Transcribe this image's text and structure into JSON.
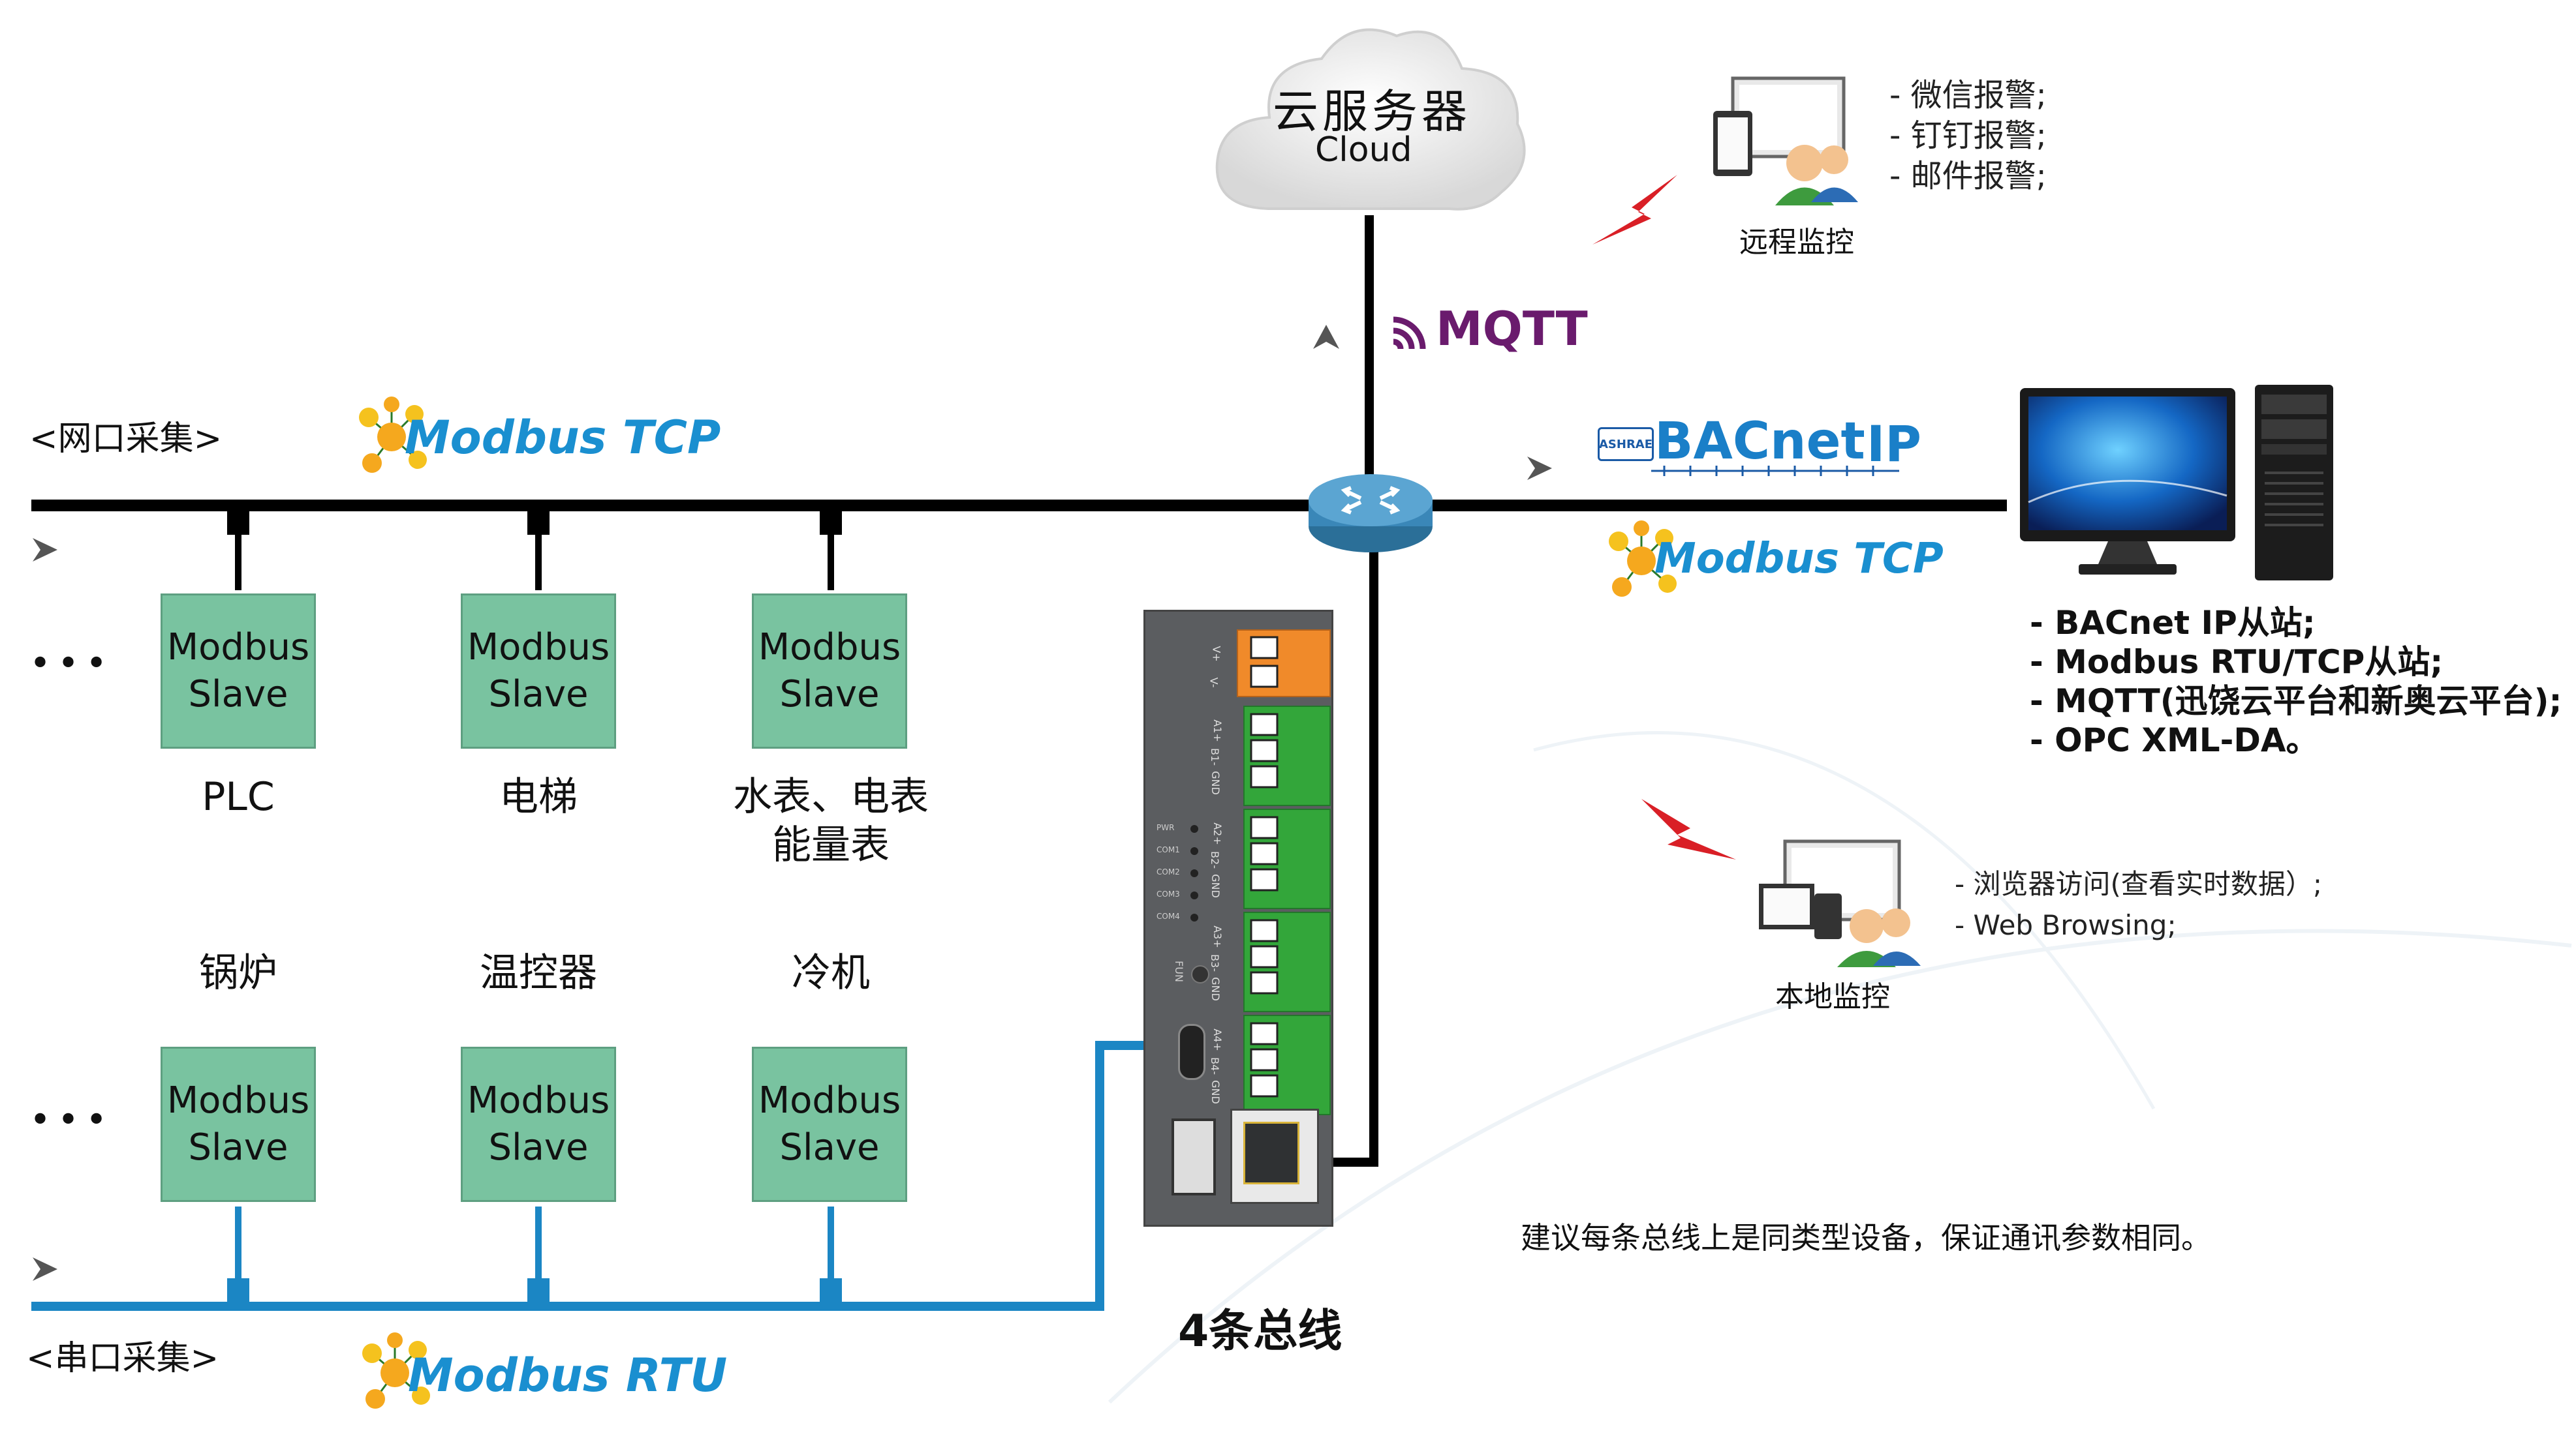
{
  "cloud": {
    "title": "云服务器",
    "subtitle": "Cloud"
  },
  "remote": {
    "label": "远程监控",
    "items": [
      "- 微信报警;",
      "- 钉钉报警;",
      "- 邮件报警;"
    ]
  },
  "mqtt": {
    "label": "MQTT"
  },
  "bacnet": {
    "label": "BACnet",
    "ip": "IP",
    "badge": "ASHRAE"
  },
  "ethernet": {
    "section_label": "<网口采集>",
    "protocol": "Modbus TCP"
  },
  "serial": {
    "section_label": "<串口采集>",
    "protocol": "Modbus RTU"
  },
  "right_protocol": "Modbus TCP",
  "slave_text": {
    "line1": "Modbus",
    "line2": "Slave"
  },
  "top_devices": [
    "PLC",
    "电梯",
    "水表、电表\n能量表"
  ],
  "bottom_devices": [
    "锅炉",
    "温控器",
    "冷机"
  ],
  "ellipsis": "•••",
  "features": [
    "- BACnet IP从站;",
    "- Modbus RTU/TCP从站;",
    "- MQTT(迅饶云平台和新奥云平台);",
    "- OPC XML-DA。"
  ],
  "local": {
    "label": "本地监控",
    "items": [
      "- 浏览器访问(查看实时数据）;",
      "- Web Browsing;"
    ]
  },
  "gateway": {
    "bus_label": "4条总线",
    "terminal_labels": [
      "V+",
      "V-",
      "A1+",
      "B1-",
      "GND",
      "A2+",
      "B2-",
      "GND",
      "A3+",
      "B3-",
      "GND",
      "A4+",
      "B4-",
      "GND"
    ],
    "leds": [
      "PWR",
      "COM1",
      "COM2",
      "COM3",
      "COM4"
    ],
    "fun_label": "FUN"
  },
  "note": "建议每条总线上是同类型设备，保证通讯参数相同。",
  "colors": {
    "bus_black": "#000000",
    "bus_blue": "#1b86c4",
    "slave_fill": "#79c3a0",
    "mqtt": "#6a1b6d",
    "modbus_blue": "#1a8fd0"
  }
}
